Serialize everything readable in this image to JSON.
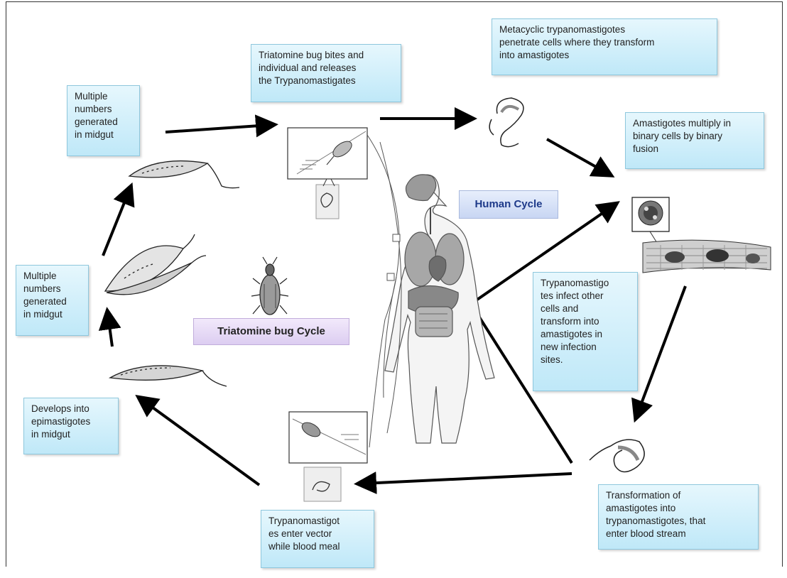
{
  "labels": {
    "human_cycle": "Human Cycle",
    "bug_cycle": "Triatomine  bug Cycle"
  },
  "boxes": {
    "bites": "Triatomine bug bites and\nindividual and releases\nthe Trypanomastigates",
    "metacyclic": "Metacyclic trypanomastigotes\npenetrate cells where they transform\ninto amastigotes",
    "amastigotes_multiply": "Amastigotes multiply in\nbinary cells by binary\nfusion",
    "infect_other": "Trypanomastigo\ntes infect other\ncells and\ntransform into\namastigotes in\nnew infection\nsites.",
    "transformation": "Transformation of\namastigotes into\ntrypanomastigotes, that\nenter blood stream",
    "enter_vector": "Trypanomastigot\nes enter  vector\nwhile blood meal",
    "develops": "Develops into\nepimastigotes\nin midgut",
    "multiple_lower": "Multiple\nnumbers\ngenerated\nin midgut",
    "multiple_upper": "Multiple\nnumbers\ngenerated\nin midgut"
  },
  "colors": {
    "box_fill": "#bfe8f8",
    "human_label": "#1e3a8a",
    "arrow": "#000000"
  }
}
